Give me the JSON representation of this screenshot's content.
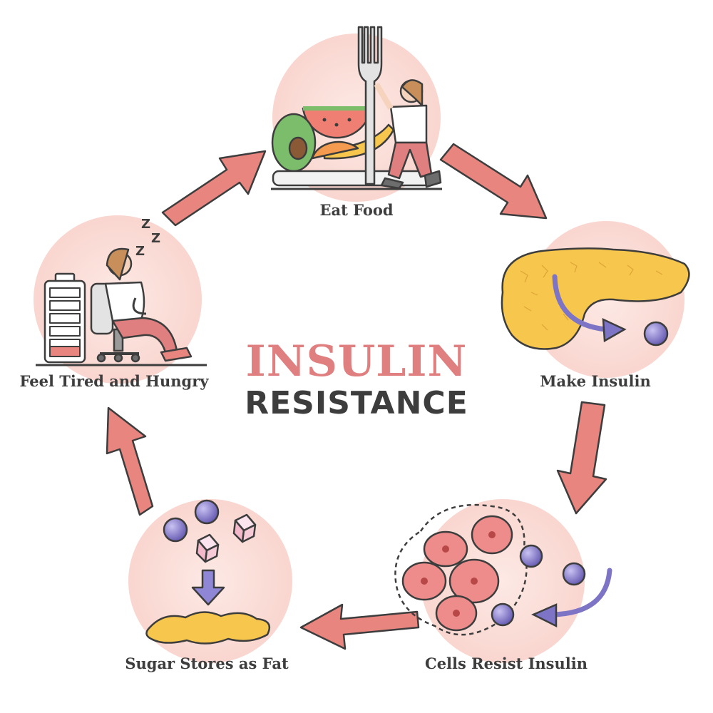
{
  "title": {
    "line1": "INSULIN",
    "line2": "RESISTANCE"
  },
  "steps": [
    {
      "label": "Eat Food"
    },
    {
      "label": "Make Insulin"
    },
    {
      "label": "Cells Resist Insulin"
    },
    {
      "label": "Sugar Stores as Fat"
    },
    {
      "label": "Feel Tired and Hungry"
    }
  ],
  "colors": {
    "title_accent": "#e07f7f",
    "text": "#3d3d3d",
    "arrow_fill": "#e8857f",
    "circle_bg": "#fbe1dc",
    "insulin_molecule": "#7d74c6",
    "fat": "#f7c64c",
    "cell": "#ee8b8b"
  }
}
